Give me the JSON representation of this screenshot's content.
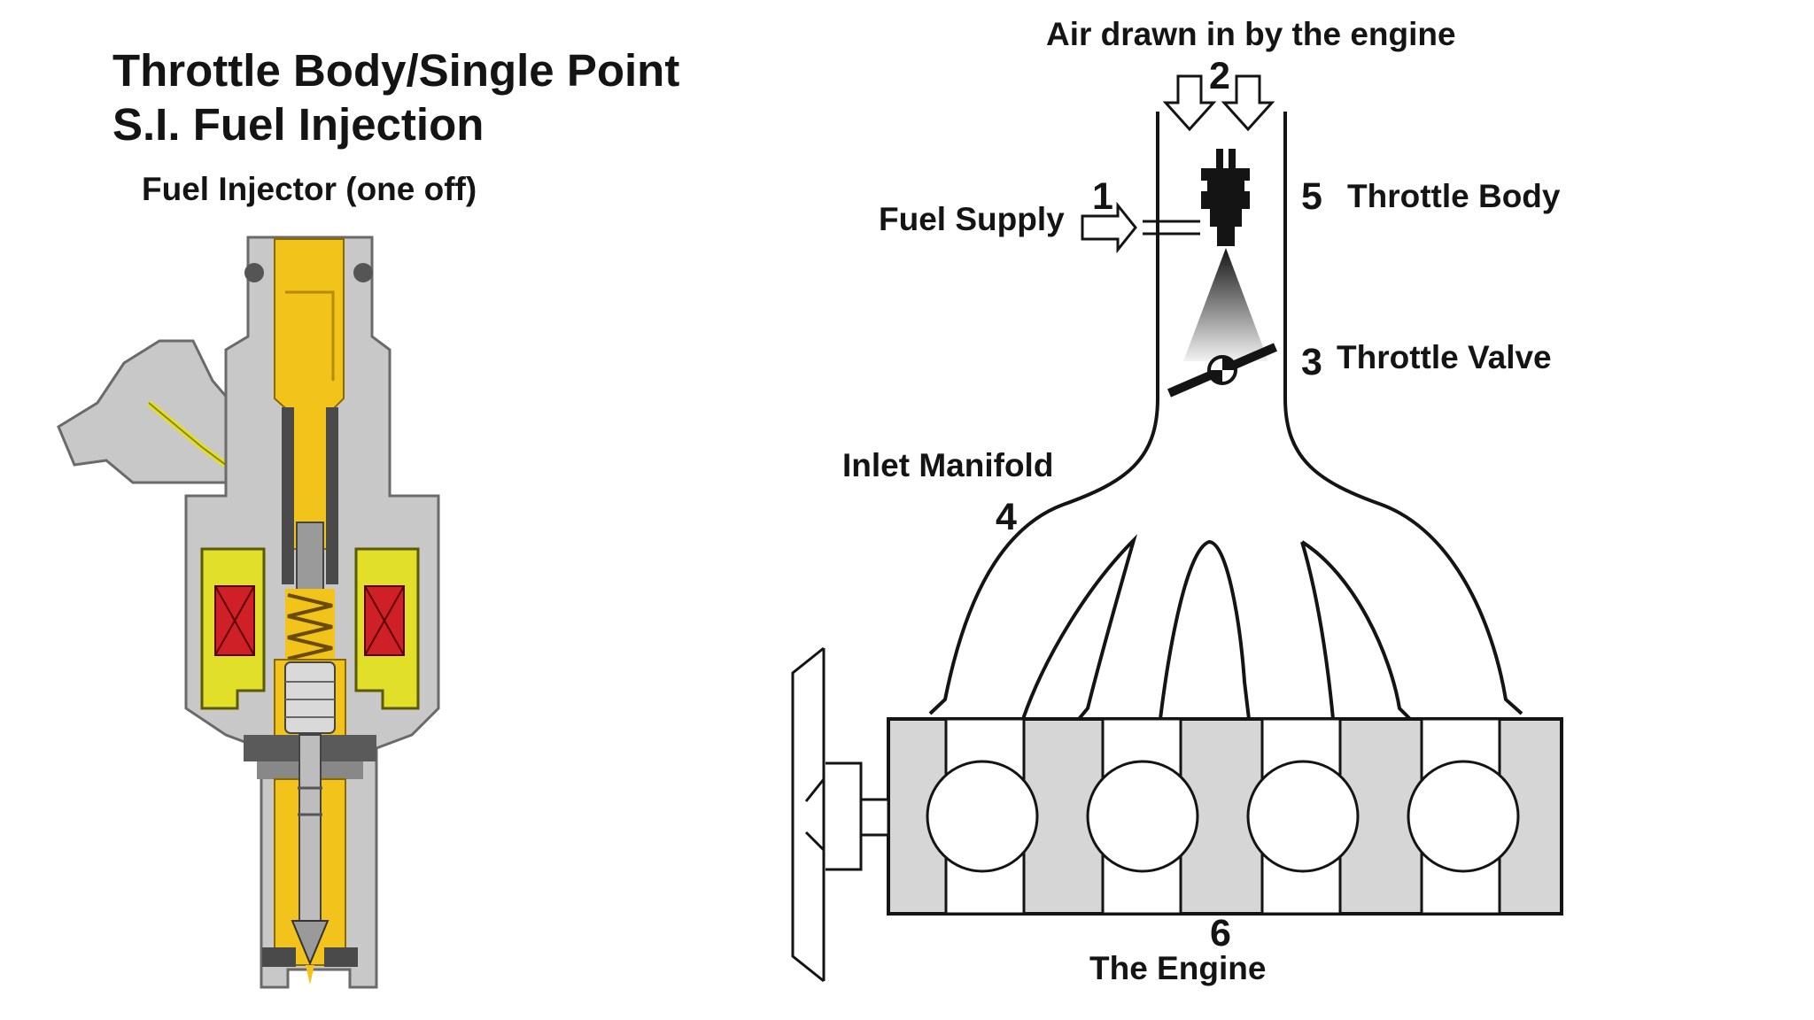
{
  "title": [
    "Throttle Body/Single Point",
    "S.I. Fuel Injection"
  ],
  "injector": {
    "caption": "Fuel Injector (one off)"
  },
  "system": {
    "air_label": "Air drawn in by the engine",
    "air_number": "2",
    "fuel_label": "Fuel Supply",
    "fuel_number": "1",
    "throttle_body_label": "Throttle Body",
    "throttle_body_number": "5",
    "throttle_valve_label": "Throttle Valve",
    "throttle_valve_number": "3",
    "manifold_label": "Inlet Manifold",
    "manifold_number": "4",
    "engine_label": "The Engine",
    "engine_number": "6",
    "cylinder_count": 4
  },
  "colors": {
    "ink": "#141414",
    "injector_body": "#c8c8c8",
    "injector_dark": "#6a6a6a",
    "fuel_yellow": "#f2c31a",
    "coil_yellow": "#e2df2a",
    "coil_red": "#cf2027",
    "engine_grey": "#d6d6d6"
  }
}
